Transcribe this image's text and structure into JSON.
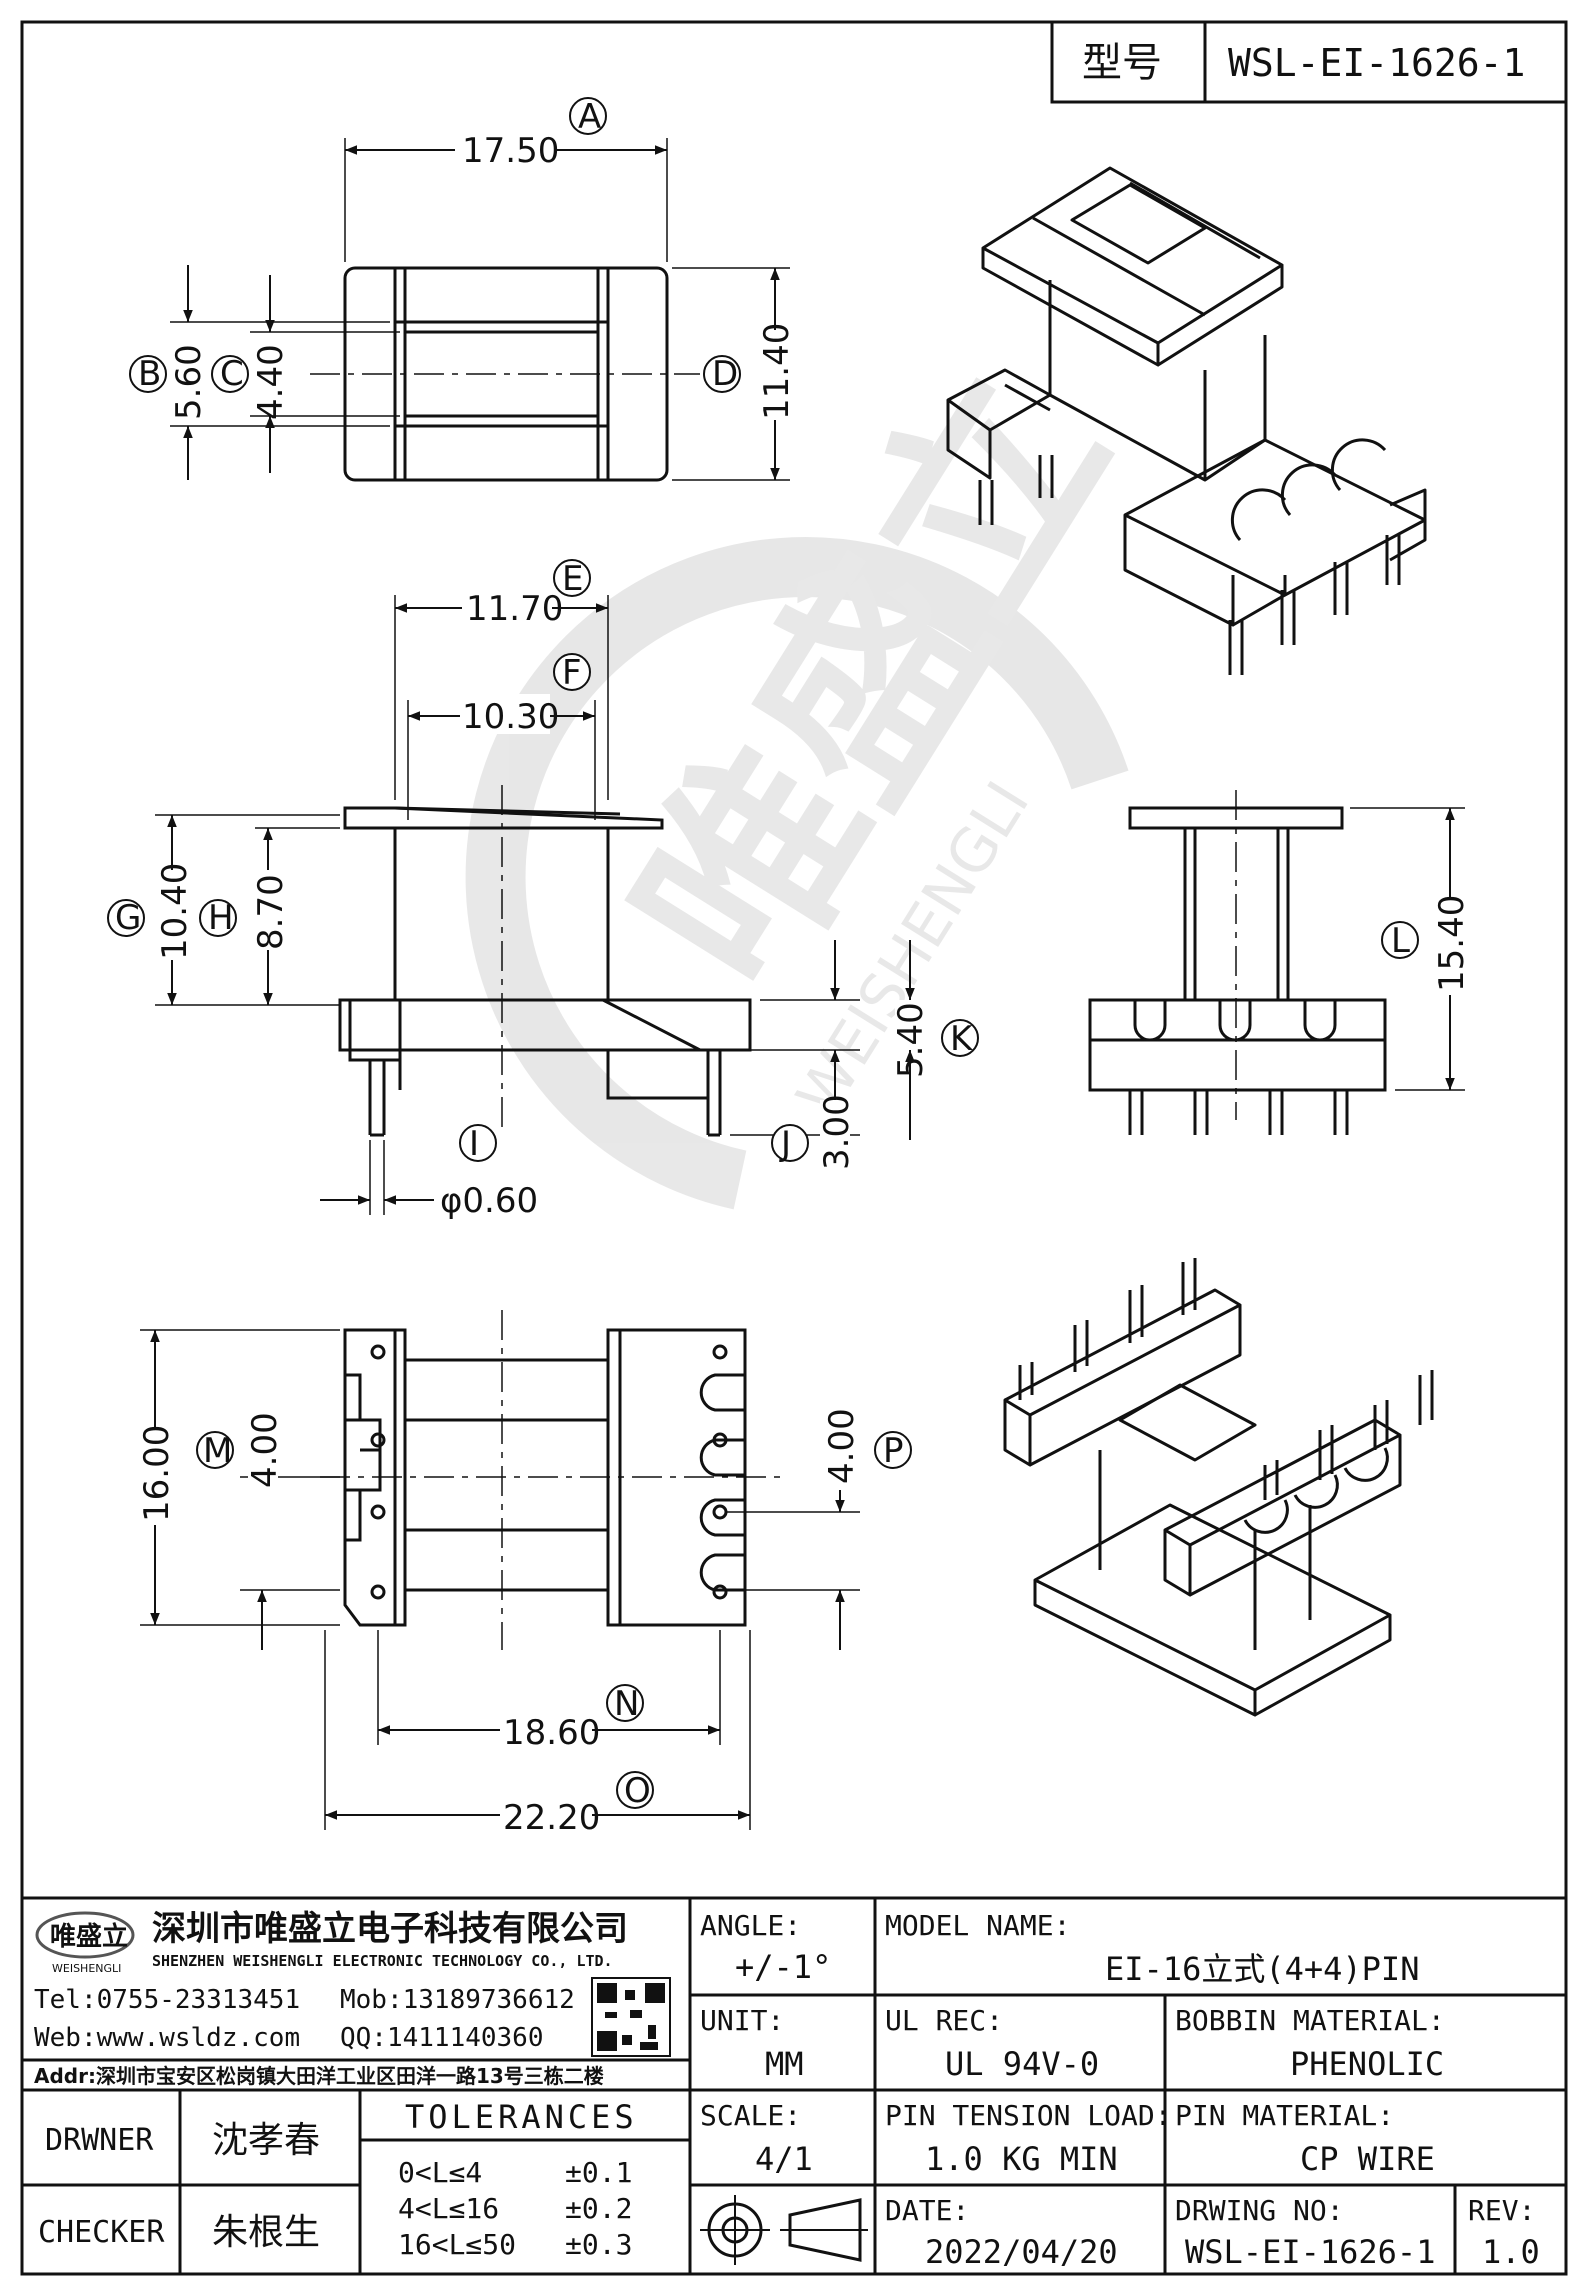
{
  "header": {
    "type_label": "型号",
    "model_code": "WSL-EI-1626-1"
  },
  "watermark": {
    "brand": "唯盛立",
    "brand_en": "WEISHENGLI"
  },
  "dims": {
    "A": {
      "letter": "A",
      "value": "17.50"
    },
    "B": {
      "letter": "B",
      "value": "5.60"
    },
    "C": {
      "letter": "C",
      "value": "4.40"
    },
    "D": {
      "letter": "D",
      "value": "11.40"
    },
    "E": {
      "letter": "E",
      "value": "11.70"
    },
    "F": {
      "letter": "F",
      "value": "10.30"
    },
    "G": {
      "letter": "G",
      "value": "10.40"
    },
    "H": {
      "letter": "H",
      "value": "8.70"
    },
    "I": {
      "letter": "I",
      "value": "φ0.60"
    },
    "J": {
      "letter": "J",
      "value": "3.00"
    },
    "K": {
      "letter": "K",
      "value": "5.40"
    },
    "L": {
      "letter": "L",
      "value": "15.40"
    },
    "M": {
      "letter": "M",
      "value": "4.00"
    },
    "M_total": {
      "value": "16.00"
    },
    "N": {
      "letter": "N",
      "value": "18.60"
    },
    "O": {
      "letter": "O",
      "value": "22.20"
    },
    "P": {
      "letter": "P",
      "value": "4.00"
    }
  },
  "company": {
    "logo_text": "唯盛立",
    "logo_sub": "WEISHENGLI",
    "name_cn": "深圳市唯盛立电子科技有限公司",
    "name_en": "SHENZHEN WEISHENGLI ELECTRONIC TECHNOLOGY CO., LTD.",
    "tel": "Tel:0755-23313451",
    "mob": "Mob:13189736612",
    "web": "Web:www.wsldz.com",
    "qq": "QQ:1411140360",
    "addr": "Addr:深圳市宝安区松岗镇大田洋工业区田洋一路13号三栋二楼"
  },
  "titleblock": {
    "drawer_label": "DRWNER",
    "drawer_name": "沈孝春",
    "checker_label": "CHECKER",
    "checker_name": "朱根生",
    "tolerances_label": "TOLERANCES",
    "tolerances": [
      {
        "range": "0<L≤4",
        "value": "±0.1"
      },
      {
        "range": "4<L≤16",
        "value": "±0.2"
      },
      {
        "range": "16<L≤50",
        "value": "±0.3"
      }
    ],
    "angle_label": "ANGLE:",
    "angle_value": "+/-1°",
    "unit_label": "UNIT:",
    "unit_value": "MM",
    "scale_label": "SCALE:",
    "scale_value": "4/1",
    "model_name_label": "MODEL NAME:",
    "model_name_value": "EI-16立式(4+4)PIN",
    "ul_label": "UL REC:",
    "ul_value": "UL 94V-0",
    "bobbin_label": "BOBBIN MATERIAL:",
    "bobbin_value": "PHENOLIC",
    "pin_tension_label": "PIN TENSION LOAD:",
    "pin_tension_value": "1.0 KG MIN",
    "pin_material_label": "PIN MATERIAL:",
    "pin_material_value": "CP WIRE",
    "date_label": "DATE:",
    "date_value": "2022/04/20",
    "drawing_no_label": "DRWING NO:",
    "drawing_no_value": "WSL-EI-1626-1",
    "rev_label": "REV:",
    "rev_value": "1.0"
  }
}
